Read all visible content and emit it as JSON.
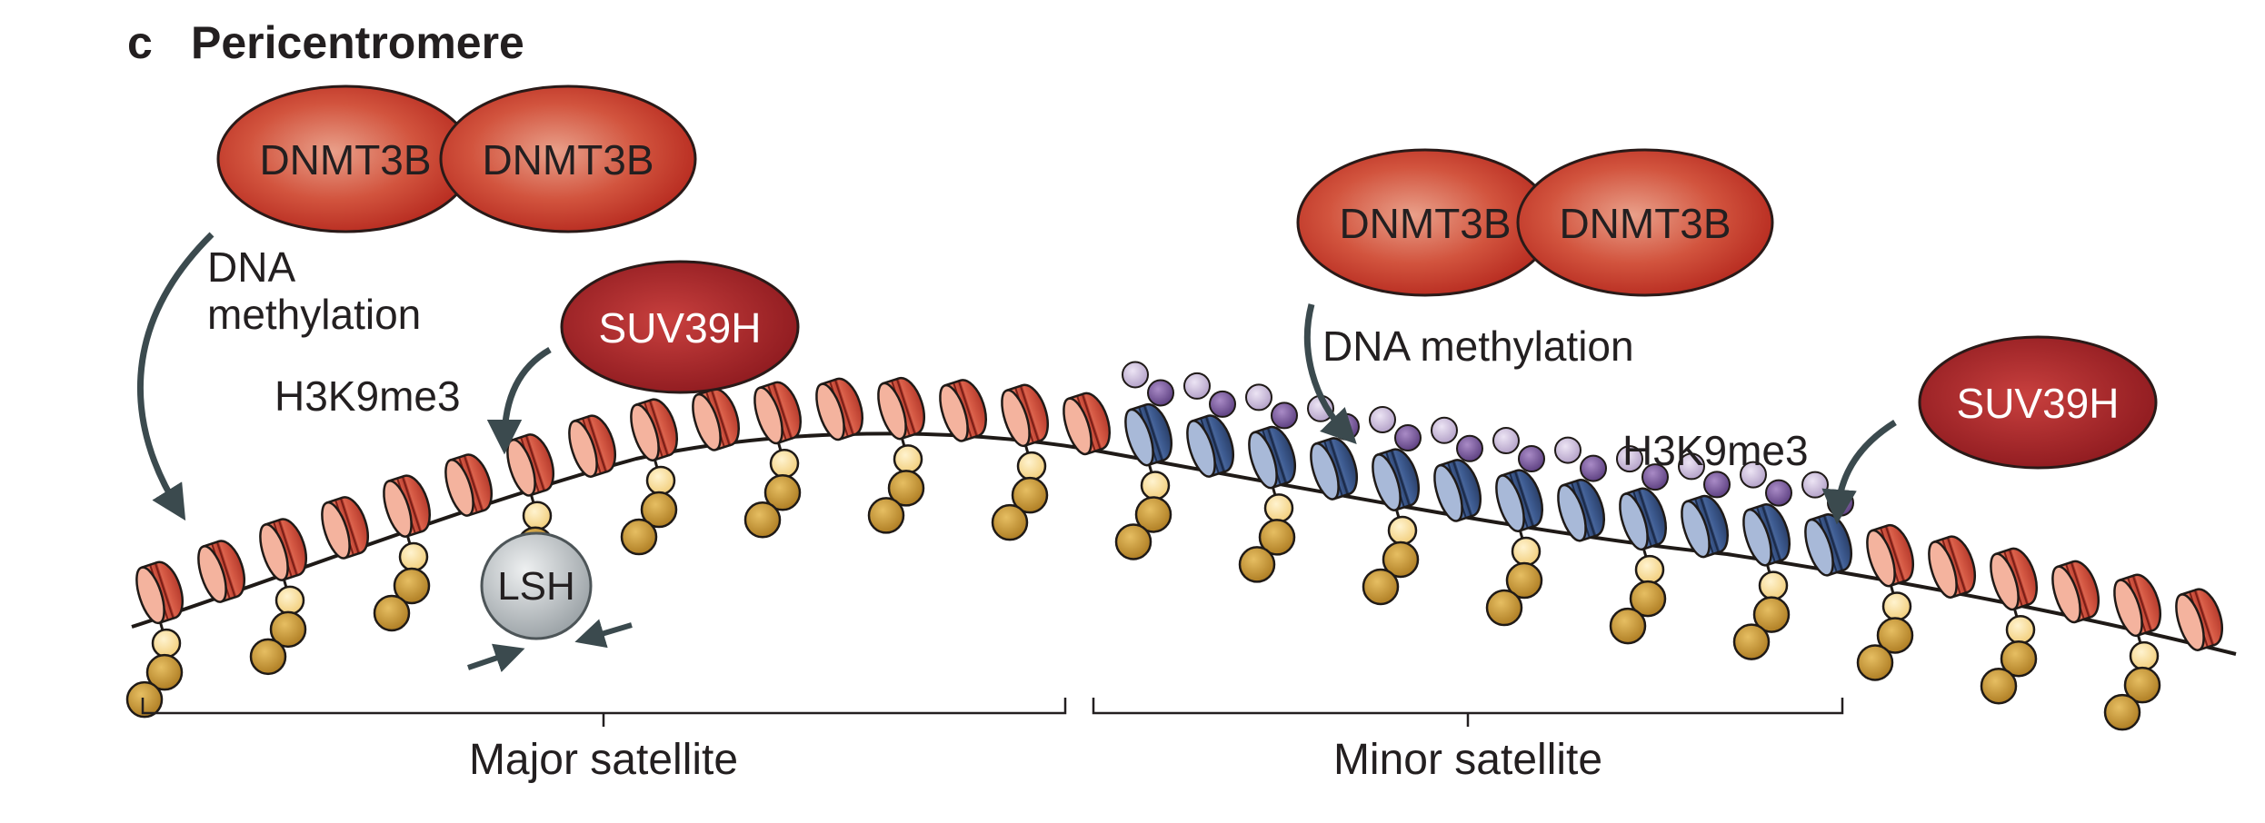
{
  "panel": {
    "letter": "c",
    "title": "Pericentromere"
  },
  "left": {
    "dnmt_a": "DNMT3B",
    "dnmt_b": "DNMT3B",
    "dna_methylation_line1": "DNA",
    "dna_methylation_line2": "methylation",
    "suv": "SUV39H",
    "h3k9": "H3K9me3",
    "lsh": "LSH"
  },
  "right": {
    "dnmt_a": "DNMT3B",
    "dnmt_b": "DNMT3B",
    "dna_methylation": "DNA methylation",
    "suv": "SUV39H",
    "h3k9": "H3K9me3"
  },
  "regions": {
    "major": "Major satellite",
    "minor": "Minor satellite"
  },
  "colors": {
    "nucleosome_red": "#d9584a",
    "nucleosome_blue": "#3e5a8c",
    "enzyme_red": "#c0392b",
    "suv_red": "#a61f26",
    "bead_gold": "#c99a3c",
    "bead_light": "#f7d893",
    "meth_purple": "#7a5b9a",
    "meth_lilac": "#c7b6d8",
    "arrow": "#3b4a4e",
    "lsh_grey": "#b7bcbf"
  }
}
